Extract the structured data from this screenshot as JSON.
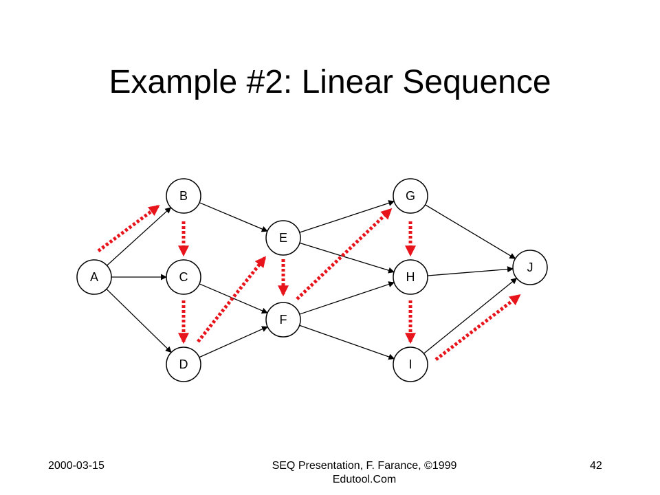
{
  "slide": {
    "title": "Example #2: Linear Sequence"
  },
  "diagram": {
    "nodes": [
      "A",
      "B",
      "C",
      "D",
      "E",
      "F",
      "G",
      "H",
      "I",
      "J"
    ],
    "edges": [
      [
        "A",
        "B"
      ],
      [
        "A",
        "C"
      ],
      [
        "A",
        "D"
      ],
      [
        "B",
        "E"
      ],
      [
        "C",
        "F"
      ],
      [
        "D",
        "F"
      ],
      [
        "E",
        "G"
      ],
      [
        "E",
        "H"
      ],
      [
        "F",
        "H"
      ],
      [
        "F",
        "I"
      ],
      [
        "G",
        "J"
      ],
      [
        "H",
        "J"
      ],
      [
        "I",
        "J"
      ]
    ],
    "sequence": [
      "A",
      "B",
      "C",
      "D",
      "E",
      "F",
      "G",
      "H",
      "I",
      "J"
    ],
    "sequence_color": "#e8141c"
  },
  "footer": {
    "date": "2000-03-15",
    "center_line1": "SEQ Presentation, F. Farance, ©1999",
    "center_line2": "Edutool.Com",
    "page": "42"
  }
}
